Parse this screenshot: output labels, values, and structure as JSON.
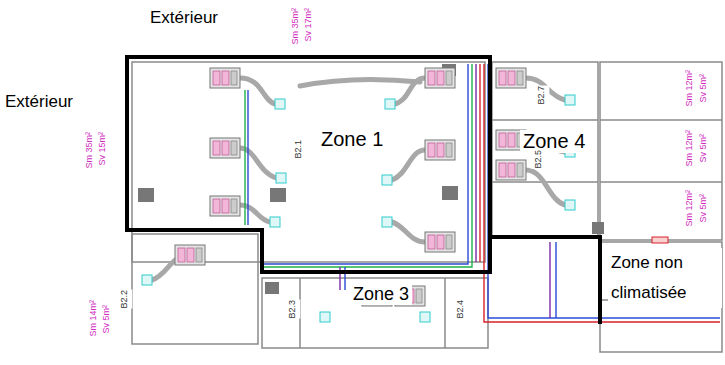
{
  "diagram": {
    "labels": [
      "Extérieur",
      "Extérieur",
      "Zone 1",
      "Zone 4",
      "Zone 3",
      "Zone non climatisée",
      "B2.1",
      "B2.2",
      "B2.3",
      "B2.4",
      "B2.5",
      "B2.7",
      "Sm 35m²",
      "Sv 17m²",
      "Sm 35m²",
      "Sv 15m²",
      "Sm 14m²",
      "Sv 5m²",
      "Sm 12m²",
      "Sv 5m²",
      "Sm 12m²",
      "Sv 5m²",
      "Sm 12m²",
      "Sv 5m²"
    ]
  }
}
